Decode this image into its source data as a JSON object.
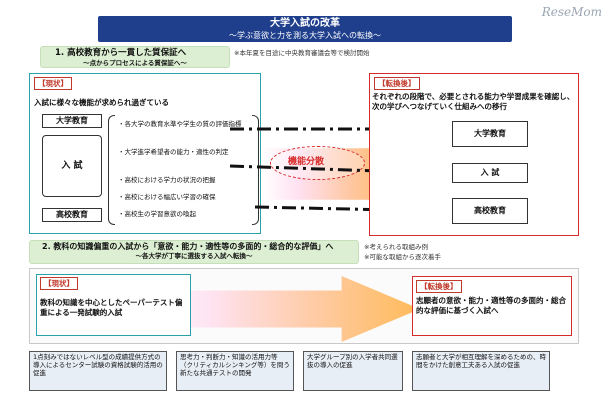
{
  "logo": "ReseMom",
  "title": {
    "main": "大学入試の改革",
    "sub": "～学ぶ意欲と力を測る大学入試への転換～"
  },
  "section1": {
    "heading": "1. 高校教育から一貫した質保証へ",
    "subheading": "～点からプロセスによる質保証へ～",
    "note": "※本年夏を目途に中央教育審議会等で検討開始"
  },
  "current1": {
    "tag": "【現状】",
    "lead": "入試に様々な機能が求められ過ぎている",
    "box_univ": "大学教育",
    "box_exam": "入 試",
    "box_hs": "高校教育",
    "bullets": [
      "・各大学の教育水準や学生の質の評価指標",
      "・大学進学希望者の能力・適性の判定",
      "・高校における学力の状況の把握",
      "・高校における幅広い学習の確保",
      "・高校生の学習意欲の喚起"
    ]
  },
  "center_label": "機能分散",
  "after1": {
    "tag": "【転換後】",
    "lead": "それぞれの段階で、必要とされる能力や学習成果を確認し、次の学びへつなげていく仕組みへの移行",
    "box_univ": "大学教育",
    "box_exam": "入 試",
    "box_hs": "高校教育"
  },
  "section2": {
    "heading": "2. 教科の知識偏重の入試から「意欲・能力・適性等の多面的・総合的な評価」へ",
    "subheading": "～各大学が丁寧に選抜する入試へ転換～",
    "note1": "※考えられる取組み例",
    "note2": "※可能な取組から逐次着手"
  },
  "current2": {
    "tag": "【現状】",
    "text": "教科の知識を中心としたペーパーテスト偏重による一発試験的入試"
  },
  "after2": {
    "tag": "【転換後】",
    "text": "志願者の意欲・能力・適性等の多面的・総合的な評価に基づく入試へ"
  },
  "examples": [
    "1点刻みではないレベル型の成績提供方式の導入によるセンター試験の資格試験的活用の促進",
    "思考力・判断力・知識の活用力等（クリティカルシンキング等）を問う新たな共通テストの開発",
    "大学グループ別の入学者共同選抜の導入の促進",
    "志願者と大学が相互理解を深めるための、時間をかけた創意工夫ある入試の促進"
  ]
}
